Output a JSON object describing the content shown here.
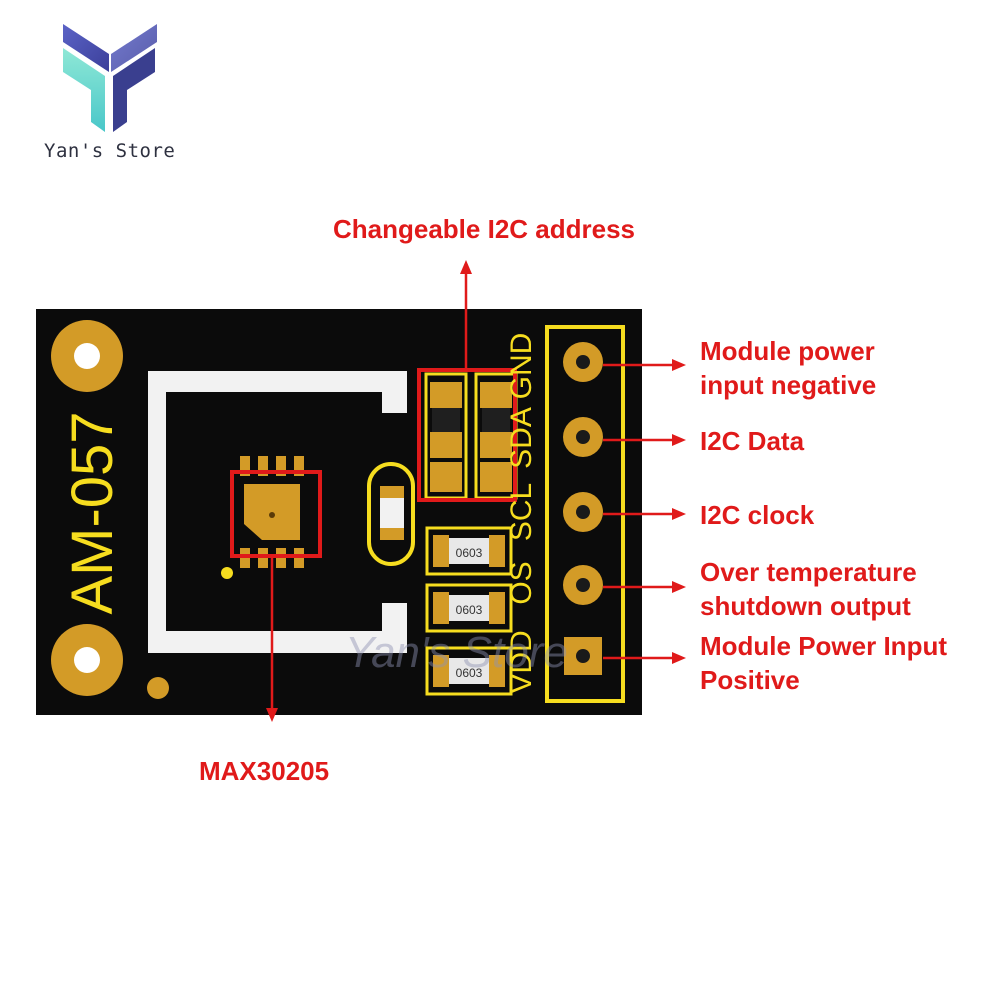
{
  "store": {
    "name": "Yan's Store"
  },
  "board": {
    "model_text": "AM-057",
    "pins": [
      "GND",
      "SDA",
      "SCL",
      "OS",
      "VDD"
    ],
    "package_code": "0603",
    "watermark": "Yan's Store"
  },
  "annotations": {
    "address": "Changeable I2C address",
    "chip": "MAX30205",
    "gnd": [
      "Module power",
      "input negative"
    ],
    "sda": "I2C Data",
    "scl": "I2C clock",
    "os": [
      "Over temperature",
      "shutdown output"
    ],
    "vdd": [
      "Module Power Input",
      "Positive"
    ]
  },
  "colors": {
    "annotation": "#e01a1a",
    "pcb": "#0b0b0b",
    "pad": "#d39b27",
    "silkscreen": "#f6dd1f"
  }
}
